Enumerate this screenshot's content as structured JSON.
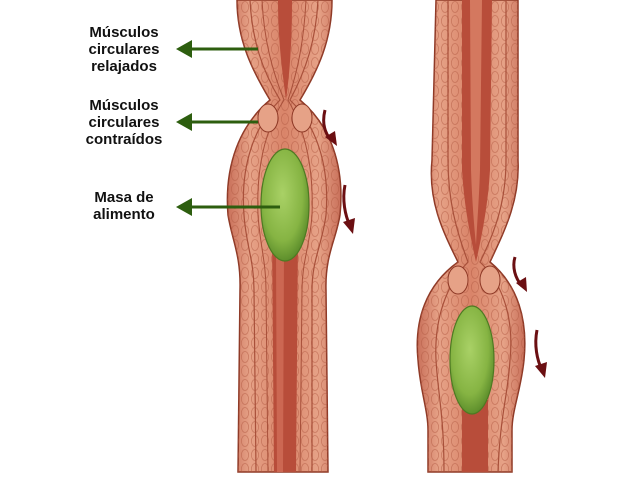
{
  "labels": {
    "relaxed": "Músculos\ncirculares\nrelajados",
    "contracted": "Músculos\ncirculares\ncontraídos",
    "bolus": "Masa de\nalimento"
  },
  "colors": {
    "muscle_outer": "#d9866a",
    "muscle_mid": "#e49a7e",
    "muscle_inner": "#c86b52",
    "lumen": "#b84d3a",
    "outline": "#8f3a27",
    "bolus": "#8fbc4a",
    "bolus_dark": "#5e8f2c",
    "pointer_arrow": "#2d5e0f",
    "motion_arrow": "#6b0f12"
  }
}
